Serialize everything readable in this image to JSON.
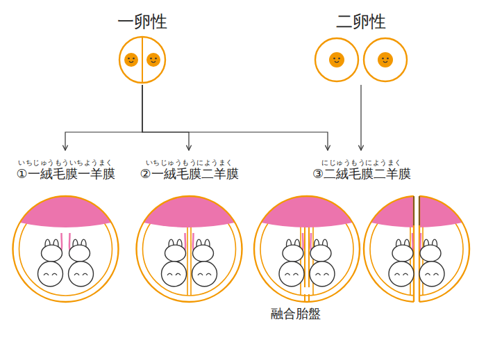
{
  "diagram": {
    "nodes": [
      {
        "text": [
          "一卵性"
        ]
      },
      {
        "text": [
          "二卵性"
        ]
      },
      {
        "text": [
          "いちじゅうもういちようまく",
          "①一絨毛膜一羊膜"
        ]
      },
      {
        "text": [
          "いちじゅうもうにようまく",
          "②一絨毛膜二羊膜"
        ]
      },
      {
        "text": [
          "にじゅうもうにようまく",
          "③二絨毛膜二羊膜"
        ]
      }
    ],
    "edges": [
      {
        "from": 0,
        "to": 2,
        "arrow": "to"
      },
      {
        "from": 0,
        "to": 3,
        "arrow": "to"
      },
      {
        "from": 0,
        "to": 4,
        "arrow": "to"
      },
      {
        "from": 1,
        "to": 4,
        "arrow": "to"
      }
    ],
    "labels": [
      "融合胎盤"
    ]
  }
}
